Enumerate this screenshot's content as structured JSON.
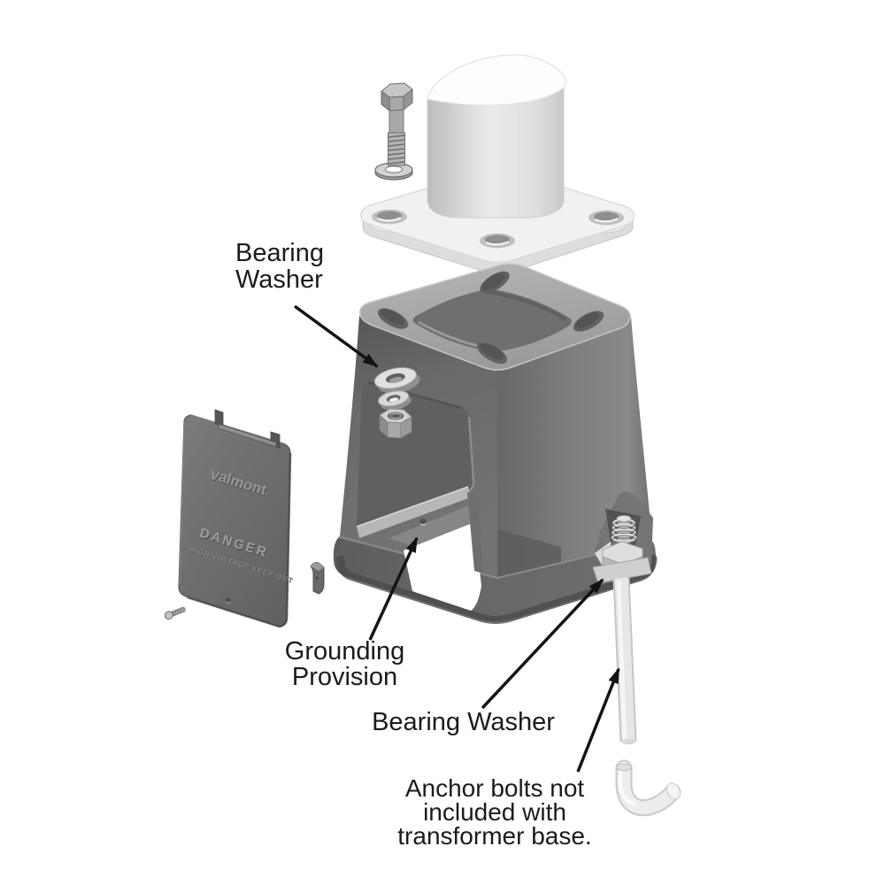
{
  "figure": {
    "background": "#ffffff",
    "labels": {
      "bearing_washer_top": {
        "line1": "Bearing",
        "line2": "Washer"
      },
      "grounding_provision": {
        "line1": "Grounding",
        "line2": "Provision"
      },
      "bearing_washer_bottom": {
        "text": "Bearing Washer"
      },
      "anchor_bolt_note": {
        "line1": "Anchor bolts not",
        "line2": "included with",
        "line3": "transformer base."
      }
    },
    "door_panel": {
      "brand": "valmont",
      "warning": "DANGER",
      "warning_subtext": "HIGH VOLTAGE KEEP OUT"
    },
    "colors": {
      "base_gray": "#707070",
      "base_top": "#a6a6a6",
      "light_hardware": "#ececec",
      "arrow": "#141414",
      "text": "#1b1b1b"
    }
  }
}
